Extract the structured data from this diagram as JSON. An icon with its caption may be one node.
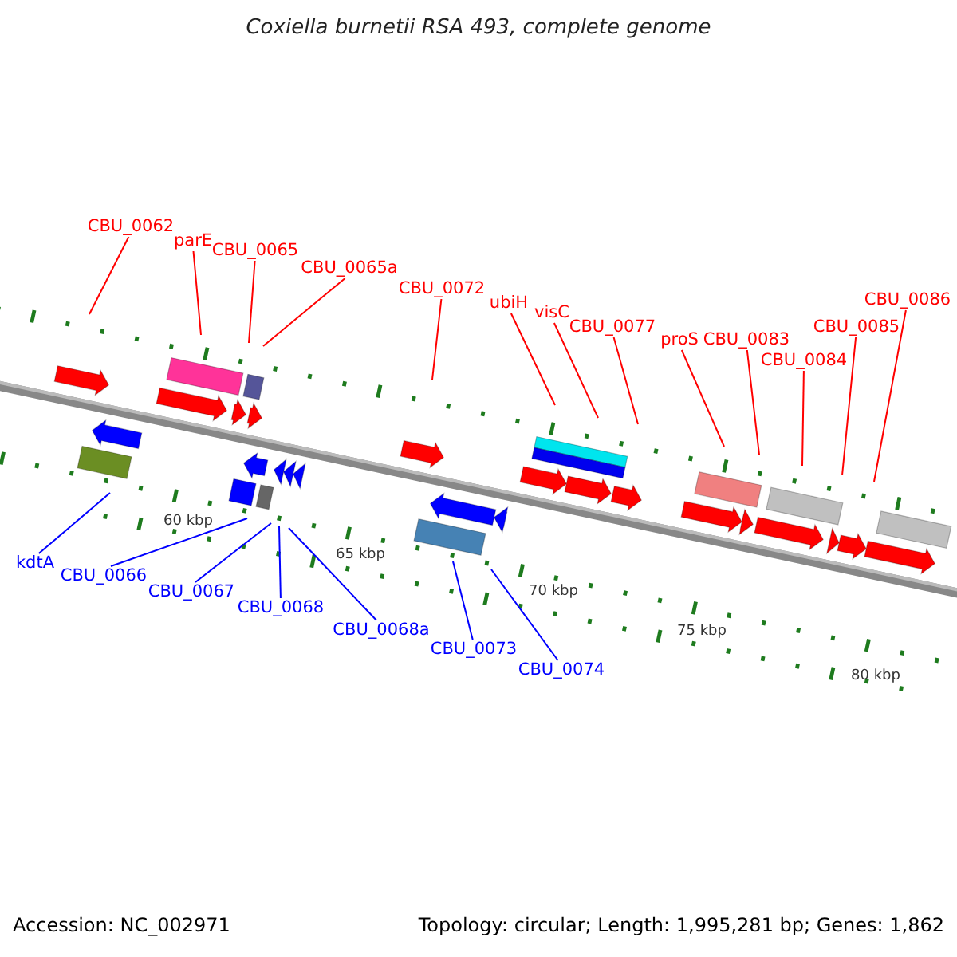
{
  "diagram": {
    "title": "Coxiella burnetii RSA 493, complete genome",
    "nodes": [
      {
        "text": [
          "CBU_0062"
        ]
      },
      {
        "text": [
          "parE"
        ]
      },
      {
        "text": [
          "CBU_0065"
        ]
      },
      {
        "text": [
          "CBU_0065a"
        ]
      },
      {
        "text": [
          "CBU_0072"
        ]
      },
      {
        "text": [
          "ubiH"
        ]
      },
      {
        "text": [
          "visC"
        ]
      },
      {
        "text": [
          "CBU_0077"
        ]
      },
      {
        "text": [
          "proS"
        ]
      },
      {
        "text": [
          "CBU_0083"
        ]
      },
      {
        "text": [
          "CBU_0084"
        ]
      },
      {
        "text": [
          "CBU_0085"
        ]
      },
      {
        "text": [
          "CBU_0086"
        ]
      },
      {
        "text": [
          "kdtA"
        ]
      },
      {
        "text": [
          "CBU_0066"
        ]
      },
      {
        "text": [
          "CBU_0067"
        ]
      },
      {
        "text": [
          "CBU_0068"
        ]
      },
      {
        "text": [
          "CBU_0068a"
        ]
      },
      {
        "text": [
          "CBU_0073"
        ]
      },
      {
        "text": [
          "CBU_0074"
        ]
      }
    ],
    "edges": [
      {
        "from": 0,
        "to": null,
        "arrow": "none"
      },
      {
        "from": 1,
        "to": null,
        "arrow": "none"
      },
      {
        "from": 2,
        "to": null,
        "arrow": "none"
      },
      {
        "from": 3,
        "to": null,
        "arrow": "none"
      },
      {
        "from": 4,
        "to": null,
        "arrow": "none"
      },
      {
        "from": 5,
        "to": null,
        "arrow": "none"
      },
      {
        "from": 6,
        "to": null,
        "arrow": "none"
      },
      {
        "from": 7,
        "to": null,
        "arrow": "none"
      },
      {
        "from": 8,
        "to": null,
        "arrow": "none"
      },
      {
        "from": 9,
        "to": null,
        "arrow": "none"
      },
      {
        "from": 10,
        "to": null,
        "arrow": "none"
      },
      {
        "from": 11,
        "to": null,
        "arrow": "none"
      },
      {
        "from": 12,
        "to": null,
        "arrow": "none"
      },
      {
        "from": 13,
        "to": null,
        "arrow": "none",
        "color": "#0000ff"
      },
      {
        "from": 14,
        "to": null,
        "arrow": "none",
        "color": "#0000ff"
      },
      {
        "from": 15,
        "to": null,
        "arrow": "none",
        "color": "#0000ff"
      },
      {
        "from": 16,
        "to": null,
        "arrow": "none",
        "color": "#0000ff"
      },
      {
        "from": 17,
        "to": null,
        "arrow": "none",
        "color": "#0000ff"
      },
      {
        "from": 18,
        "to": null,
        "arrow": "none",
        "color": "#0000ff"
      },
      {
        "from": 19,
        "to": null,
        "arrow": "none",
        "color": "#0000ff"
      }
    ],
    "labels": [
      "60 kbp",
      "65 kbp",
      "70 kbp",
      "75 kbp",
      "80 kbp",
      "Accession: NC_002971",
      "Topology: circular; Length: 1,995,281 bp; Genes: 1,862"
    ]
  }
}
